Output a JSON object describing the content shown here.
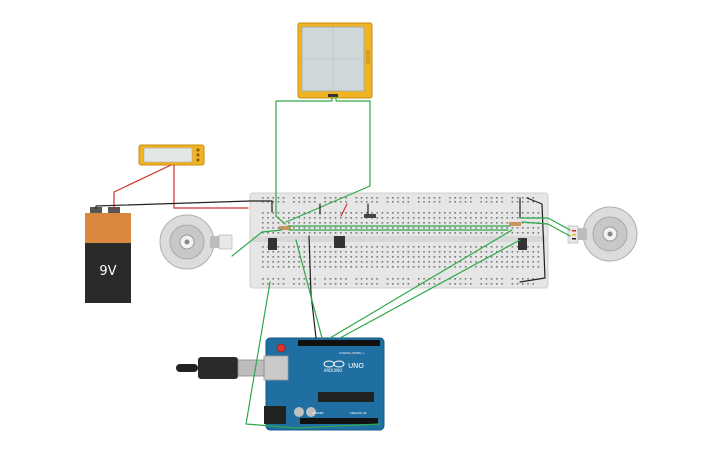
{
  "battery": {
    "label": "9V"
  },
  "arduino": {
    "brand": "ARDUINO",
    "model": "UNO",
    "digital_label": "DIGITAL (PWM~)",
    "power_label": "POWER",
    "analog_label": "ANALOG IN"
  },
  "colors": {
    "background": "#ffffff",
    "wire_green": "#2fa84a",
    "wire_red": "#d0312d",
    "wire_black": "#222222",
    "breadboard": "#e6e6e6",
    "arduino_blue": "#1f6fa3",
    "lcd_frame": "#f0b323",
    "battery_copper": "#d9883f",
    "battery_body": "#2a2a2a"
  },
  "icons": [
    "battery-9v-icon",
    "servo-motor-icon",
    "usb-cable-icon",
    "arduino-uno-icon",
    "lcd-display-icon",
    "potentiometer-icon"
  ]
}
